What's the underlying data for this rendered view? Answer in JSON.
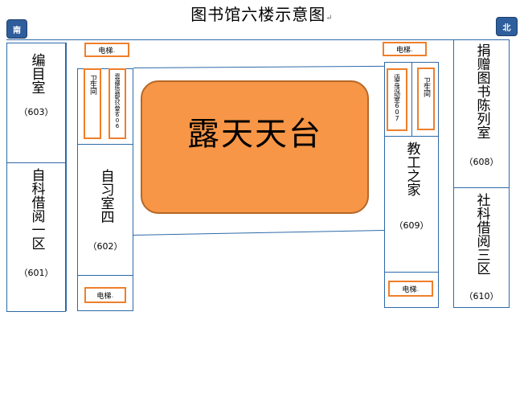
{
  "title": "图书馆六楼示意图",
  "directions": {
    "south": "南",
    "north": "北"
  },
  "terrace": "露天天台",
  "elevator_label": "电梯",
  "rooms": {
    "r603": {
      "name": "编目室",
      "number": "（603）"
    },
    "r601": {
      "name": "自科借阅一区",
      "number": "（601）"
    },
    "r602": {
      "name": "自习室四",
      "number": "（602）"
    },
    "r609": {
      "name": "教工之家",
      "number": "（609）"
    },
    "r608": {
      "name": "捐赠图书陈列室",
      "number": "（608）"
    },
    "r610": {
      "name": "社科借阅三区",
      "number": "（610）"
    }
  },
  "small_rooms": {
    "restroom_left": "卫生间",
    "restroom_right": "卫生间",
    "room_606": "资源建设部办公室606",
    "room_607": "语言活动室607"
  },
  "colors": {
    "wall": "#2e6aa8",
    "terrace_fill": "#f79646",
    "highlight": "#ef7f2a",
    "direction_badge": "#2f5e9c"
  }
}
